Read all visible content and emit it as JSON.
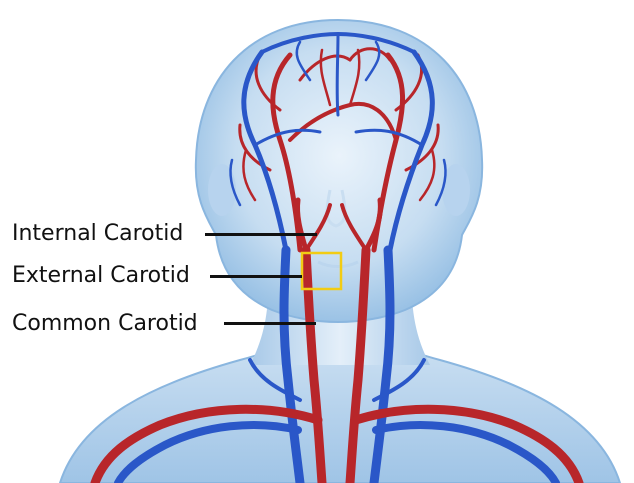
{
  "labels": {
    "internal": "Internal Carotid",
    "external": "External Carotid",
    "common": "Common Carotid"
  },
  "colors": {
    "background": "#ffffff",
    "body_light": "#d9e9f6",
    "body_mid": "#a9c9e8",
    "body_edge": "#7fb0dc",
    "artery": "#b8262a",
    "vein": "#2a57c8",
    "highlight_box": "#f2cc14",
    "label_text": "#111111"
  },
  "icons": {
    "highlight": "highlight-box-icon"
  }
}
